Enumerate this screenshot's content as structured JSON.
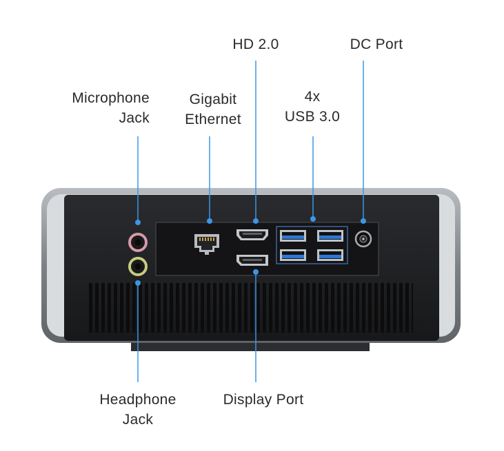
{
  "colors": {
    "callout_line": "#3b96e8",
    "callout_dot": "#3b96e8",
    "chassis": "#1e1f21",
    "frame": "#8b9096",
    "usb_blue": "#2d77d6",
    "text": "#2a2a2a"
  },
  "labels": {
    "hdmi": "HD 2.0",
    "dc_port": "DC Port",
    "microphone_line1": "Microphone",
    "microphone_line2": "Jack",
    "ethernet_line1": "Gigabit",
    "ethernet_line2": "Ethernet",
    "usb_line1": "4x",
    "usb_line2": "USB 3.0",
    "headphone_line1": "Headphone",
    "headphone_line2": "Jack",
    "display_port": "Display Port"
  },
  "icons": {
    "ethernet": "ethernet-port-icon",
    "hdmi": "hdmi-port-icon",
    "displayport": "displayport-icon",
    "usb": "usb-port-icon",
    "dc": "dc-jack-icon",
    "audio": "audio-jack-icon"
  }
}
